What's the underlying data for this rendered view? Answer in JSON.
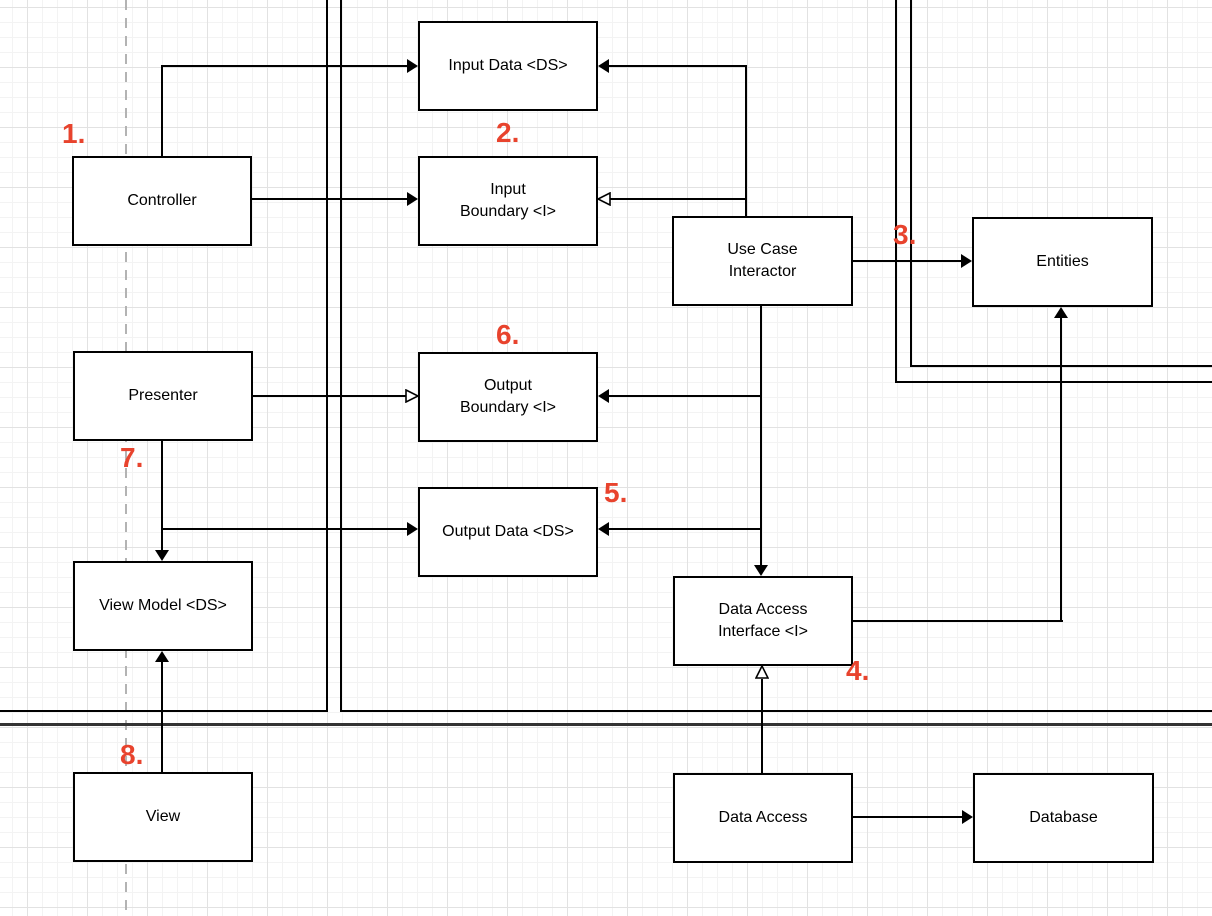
{
  "nodes": {
    "controller": {
      "label": "Controller"
    },
    "presenter": {
      "label": "Presenter"
    },
    "view_model": {
      "label": "View Model <DS>"
    },
    "view": {
      "label": "View"
    },
    "input_data": {
      "label": "Input Data <DS>"
    },
    "input_boundary": {
      "label": "Input\nBoundary <I>"
    },
    "output_boundary": {
      "label": "Output\nBoundary <I>"
    },
    "output_data": {
      "label": "Output Data <DS>"
    },
    "use_case_interactor": {
      "label": "Use Case\nInteractor"
    },
    "entities": {
      "label": "Entities"
    },
    "data_access_interface": {
      "label": "Data Access\nInterface <I>"
    },
    "data_access": {
      "label": "Data Access"
    },
    "database": {
      "label": "Database"
    }
  },
  "steps": [
    {
      "label": "1."
    },
    {
      "label": "2."
    },
    {
      "label": "3."
    },
    {
      "label": "4."
    },
    {
      "label": "5."
    },
    {
      "label": "6."
    },
    {
      "label": "7."
    },
    {
      "label": "8."
    }
  ],
  "colors": {
    "step_label": "#e8432d",
    "node_border": "#000000",
    "node_fill": "#ffffff",
    "edge": "#000000",
    "layer_line": "#000000",
    "divider_line": "#333333",
    "dashed_line": "#b3b3b3",
    "grid_minor": "#f3f3f3",
    "grid_major": "#e2e2e2",
    "background": "#ffffff"
  }
}
